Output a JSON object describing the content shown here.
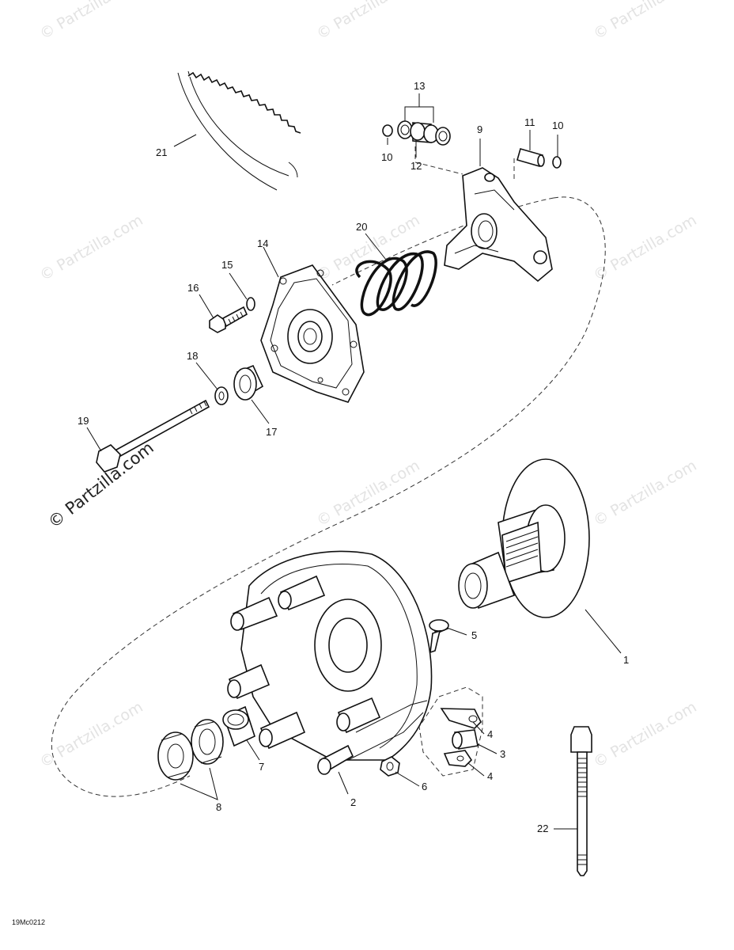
{
  "watermark": {
    "text": "© Partzilla.com"
  },
  "diagram_code": "19Mc0212",
  "callouts": [
    "1",
    "2",
    "3",
    "4",
    "4",
    "5",
    "6",
    "7",
    "8",
    "9",
    "10",
    "10",
    "11",
    "12",
    "13",
    "14",
    "15",
    "16",
    "17",
    "18",
    "19",
    "20",
    "21",
    "22"
  ]
}
